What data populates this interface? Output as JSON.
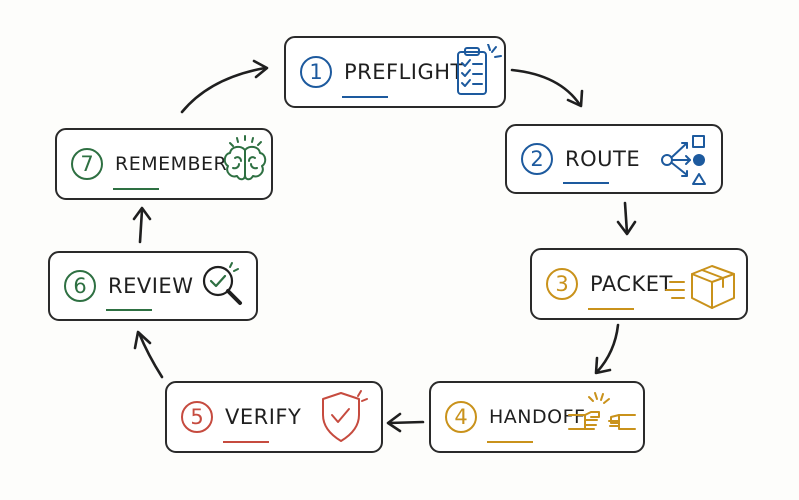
{
  "steps": [
    {
      "number": "1",
      "label": "PREFLIGHT",
      "icon": "clipboard-checklist-icon",
      "color": "#1d5a9e"
    },
    {
      "number": "2",
      "label": "ROUTE",
      "icon": "routing-shapes-icon",
      "color": "#1d5a9e"
    },
    {
      "number": "3",
      "label": "PACKET",
      "icon": "package-box-icon",
      "color": "#c9921b"
    },
    {
      "number": "4",
      "label": "HANDOFF",
      "icon": "handshake-icon",
      "color": "#c9921b"
    },
    {
      "number": "5",
      "label": "VERIFY",
      "icon": "shield-check-icon",
      "color": "#c64b3f"
    },
    {
      "number": "6",
      "label": "REVIEW",
      "icon": "magnifier-check-icon",
      "color": "#2e7042"
    },
    {
      "number": "7",
      "label": "REMEMBER",
      "icon": "brain-icon",
      "color": "#2e7042"
    }
  ]
}
